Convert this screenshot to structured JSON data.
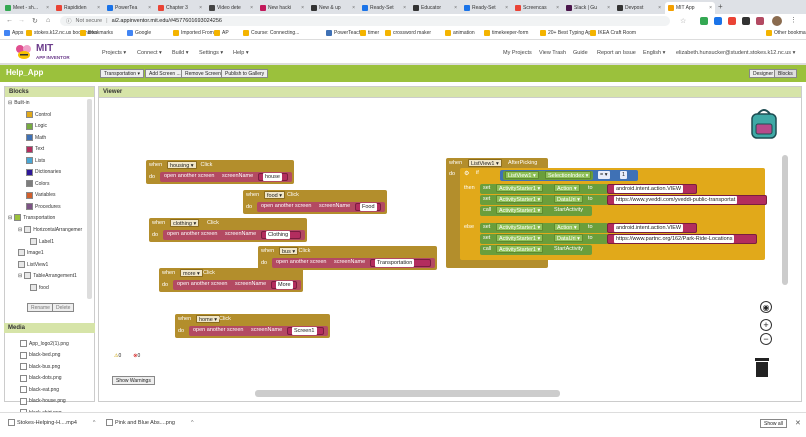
{
  "browser": {
    "tabs": [
      {
        "label": "Meet - sh...",
        "color": "#34a853"
      },
      {
        "label": "Rapididen",
        "color": "#ea4335"
      },
      {
        "label": "PowerTea",
        "color": "#1a73e8"
      },
      {
        "label": "Chapter 3",
        "color": "#ea4335"
      },
      {
        "label": "Video dete",
        "color": "#444"
      },
      {
        "label": "New hacki",
        "color": "#c2185b"
      },
      {
        "label": "New & up",
        "color": "#333"
      },
      {
        "label": "Ready-Set",
        "color": "#1a73e8"
      },
      {
        "label": "Educator",
        "color": "#333"
      },
      {
        "label": "Ready-Set",
        "color": "#1a73e8"
      },
      {
        "label": "Screencas",
        "color": "#ea4335"
      },
      {
        "label": "Slack | Gu",
        "color": "#4a154b"
      },
      {
        "label": "Devpost",
        "color": "#333"
      },
      {
        "label": "MIT App",
        "color": "#f4a000"
      }
    ],
    "url": "ai2.appinventor.mit.edu/#4577601693024256",
    "security": "Not secure",
    "bookmarks": [
      "Apps",
      "stokes.k12.nc.us bookmarks",
      "Bookmarks",
      "Google",
      "Imported From IE",
      "AP",
      "Course: Connecting...",
      "PowerTeacher",
      "timer",
      "crossword maker",
      "animation",
      "timekeeper-form",
      "20+ Best Typing Ap...",
      "IKEA Craft Room",
      "Other bookmarks"
    ]
  },
  "app": {
    "logo_title": "MIT",
    "logo_sub": "APP INVENTOR",
    "menus": [
      "Projects ▾",
      "Connect ▾",
      "Build ▾",
      "Settings ▾",
      "Help ▾"
    ],
    "right_menus": [
      "My Projects",
      "View Trash",
      "Guide",
      "Report an Issue",
      "English ▾",
      "elizabeth.hunsucker@student.stokes.k12.nc.us ▾"
    ],
    "project_name": "Help_App",
    "project_buttons": [
      "Transportation ▾",
      "Add Screen ...",
      "Remove Screen",
      "Publish to Gallery"
    ],
    "mode_buttons": [
      "Designer",
      "Blocks"
    ]
  },
  "blocks_panel": {
    "title": "Blocks",
    "builtin_label": "Built-in",
    "builtin": [
      {
        "label": "Control",
        "color": "#e1a91a"
      },
      {
        "label": "Logic",
        "color": "#77ab41"
      },
      {
        "label": "Math",
        "color": "#3f71b5"
      },
      {
        "label": "Text",
        "color": "#b32d5e"
      },
      {
        "label": "Lists",
        "color": "#49a6d4"
      },
      {
        "label": "Dictionaries",
        "color": "#2d1799"
      },
      {
        "label": "Colors",
        "color": "#7d7d7d"
      },
      {
        "label": "Variables",
        "color": "#d05f2d"
      },
      {
        "label": "Procedures",
        "color": "#7c5385"
      }
    ],
    "screen_label": "Transportation",
    "components": [
      {
        "label": "HorizontalArrangemer",
        "level": 1
      },
      {
        "label": "Label1",
        "level": 2
      },
      {
        "label": "Image1",
        "level": 1
      },
      {
        "label": "ListView1",
        "level": 1
      },
      {
        "label": "TableArrangement1",
        "level": 1
      },
      {
        "label": "food",
        "level": 2
      }
    ],
    "rename": "Rename",
    "delete": "Delete"
  },
  "media": {
    "title": "Media",
    "files": [
      "App_logo2(1).png",
      "black-bed.png",
      "black-bus.png",
      "black-dots.png",
      "black-eat.png",
      "black-house.png",
      "black-shirt.png"
    ]
  },
  "viewer": {
    "title": "Viewer",
    "warnings_count": "0",
    "errors_count": "0",
    "show_warnings": "Show Warnings"
  },
  "blocks": {
    "when": "when",
    "click": "Click",
    "do": "do",
    "open_screen": "open another screen",
    "screen_name": "screenName",
    "handlers": [
      {
        "component": "housing",
        "screen": "house"
      },
      {
        "component": "food",
        "screen": "Food"
      },
      {
        "component": "clothing",
        "screen": "Clothing"
      },
      {
        "component": "bus",
        "screen": "Transportation"
      },
      {
        "component": "more",
        "screen": "More"
      },
      {
        "component": "home",
        "screen": "Screen1"
      }
    ],
    "listview": {
      "component": "ListView1",
      "event": "AfterPicking",
      "if": "if",
      "then": "then",
      "else": "else",
      "set": "set",
      "call": "call",
      "selection_index": "SelectionIndex",
      "eq": "=",
      "eq_value": "1",
      "starter": "ActivityStarter1",
      "action_prop": "Action",
      "datauri_prop": "DataUri",
      "to": "to",
      "start_activity": "StartActivity",
      "action_value": "android.intent.action.VIEW",
      "url1": "https://www.yveddi.com/yveddi-public-transportat",
      "url2": "https://www.partnc.org/162/Park-Ride-Locations"
    }
  },
  "downloads": {
    "items": [
      "Stokes-Helping-H....mp4",
      "Pink and Blue Abs....png"
    ],
    "show_all": "Show all"
  }
}
